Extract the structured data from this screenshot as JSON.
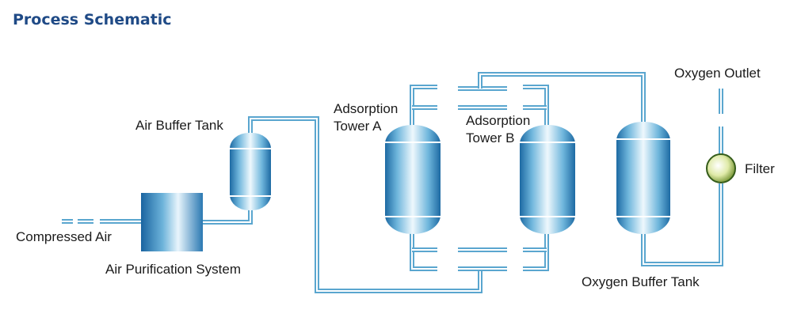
{
  "heading": "Process Schematic",
  "labels": {
    "compressed_air": "Compressed Air",
    "air_purification": "Air Purification System",
    "air_buffer_tank": "Air Buffer Tank",
    "tower_a_line1": "Adsorption",
    "tower_a_line2": "Tower A",
    "tower_b_line1": "Adsorption",
    "tower_b_line2": "Tower B",
    "oxygen_outlet": "Oxygen Outlet",
    "filter": "Filter",
    "oxygen_buffer_tank": "Oxygen Buffer Tank"
  },
  "colors": {
    "heading": "#1f4a86",
    "pipe": "#5aa6cf",
    "vessel_dark": "#1f6fa8",
    "vessel_light": "#eaf6fc",
    "filter_green": "#c9dc8a"
  }
}
